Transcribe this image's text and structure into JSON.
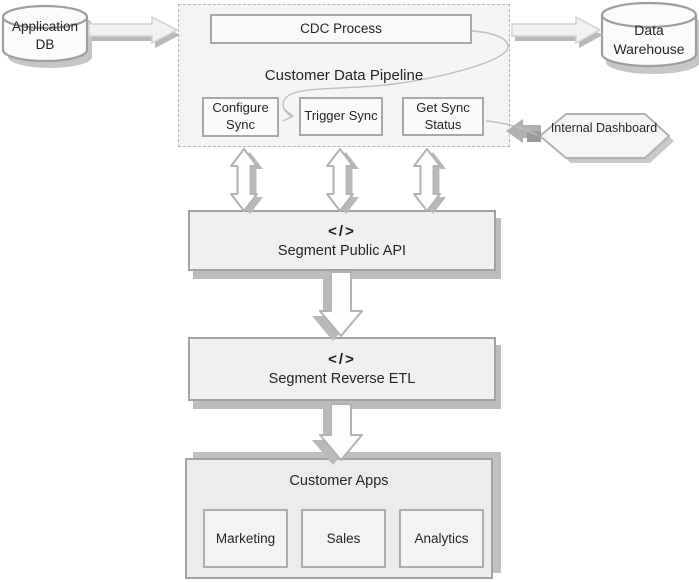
{
  "diagram": {
    "application_db": {
      "label": "Application DB"
    },
    "data_warehouse": {
      "label": "Data Warehouse"
    },
    "internal_dashboard": {
      "label": "Internal Dashboard"
    },
    "pipeline": {
      "title": "Customer Data Pipeline",
      "cdc_label": "CDC Process",
      "configure_label": "Configure Sync",
      "trigger_label": "Trigger Sync",
      "get_status_label": "Get Sync Status"
    },
    "public_api": {
      "icon": "</>",
      "label": "Segment Public API"
    },
    "reverse_etl": {
      "icon": "</>",
      "label": "Segment Reverse ETL"
    },
    "customer_apps": {
      "title": "Customer Apps",
      "apps": [
        "Marketing",
        "Sales",
        "Analytics"
      ]
    },
    "colors": {
      "shape_fill": "#f0f0f0",
      "light_fill": "#fafafa",
      "border_gray": "#a2a2a2",
      "shadow_gray": "#bdbdbd",
      "text": "#262626"
    }
  }
}
